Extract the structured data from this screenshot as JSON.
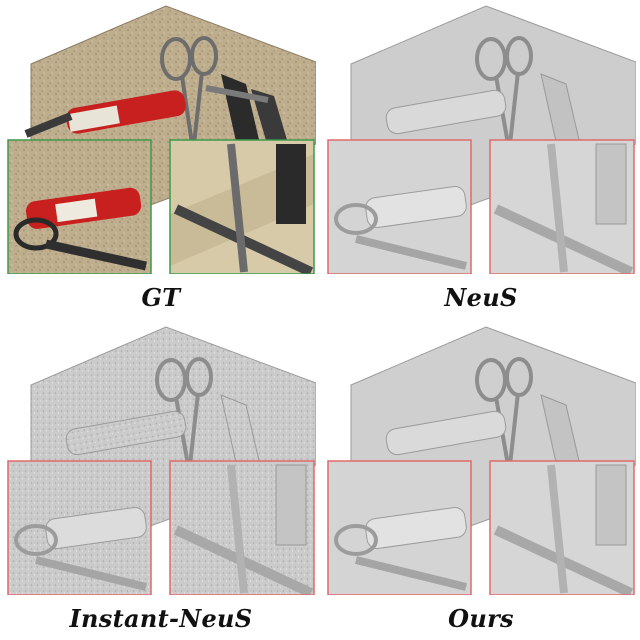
{
  "figure": {
    "panels": [
      {
        "id": "gt",
        "caption": "GT",
        "render": "photo",
        "inset_frame_color": "#3d9a4a"
      },
      {
        "id": "neus",
        "caption": "NeuS",
        "render": "mesh-smooth",
        "inset_frame_color": "#e06a6a"
      },
      {
        "id": "instant_neus",
        "caption": "Instant-NeuS",
        "render": "mesh-noisy",
        "inset_frame_color": "#e06a6a"
      },
      {
        "id": "ours",
        "caption": "Ours",
        "render": "mesh-smooth",
        "inset_frame_color": "#e06a6a"
      }
    ]
  },
  "colors": {
    "gt_inset_frame": "#3d9a4a",
    "mesh_inset_frame": "#e06a6a",
    "mesh_gray": "#c9c9c9",
    "photo_stone": "#b9a98a",
    "photo_red_handle": "#c8201e"
  }
}
